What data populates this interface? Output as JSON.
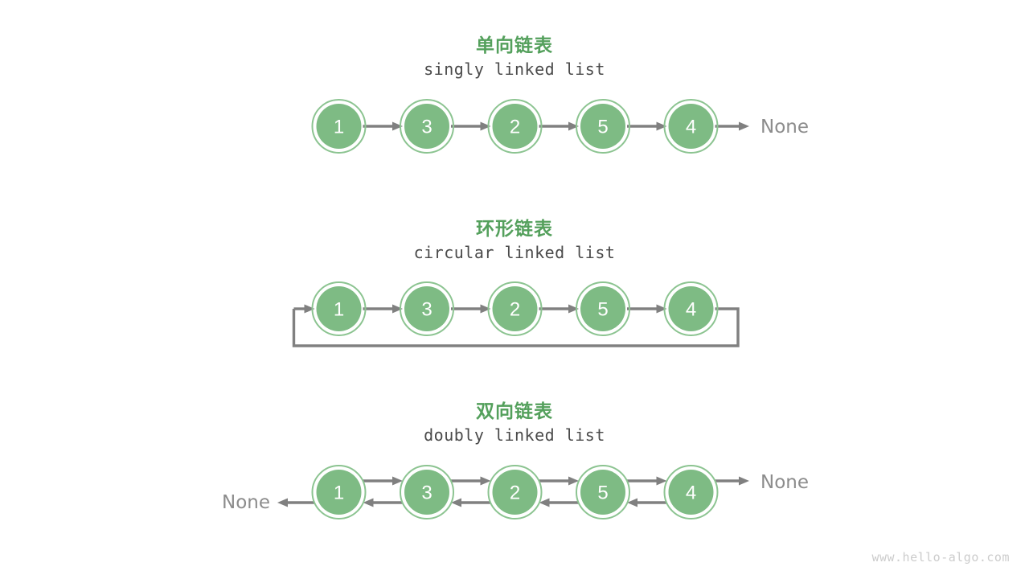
{
  "page": {
    "background": "#ffffff",
    "watermark": "www.hello-algo.com"
  },
  "palette": {
    "node_fill": "#7ebb84",
    "node_ring": "#8cc491",
    "node_text": "#ffffff",
    "title_green": "#54a05c",
    "subtitle_gray": "#4a4a4a",
    "arrow_gray": "#808080",
    "none_gray": "#8c8c8c",
    "watermark_gray": "#cccccc"
  },
  "sections": [
    {
      "id": "singly",
      "title": "单向链表",
      "subtitle": "singly linked list",
      "nodes": [
        "1",
        "3",
        "2",
        "5",
        "4"
      ],
      "tail_label": "None",
      "head_label": "",
      "loop_back": false
    },
    {
      "id": "circular",
      "title": "环形链表",
      "subtitle": "circular linked list",
      "nodes": [
        "1",
        "3",
        "2",
        "5",
        "4"
      ],
      "tail_label": "",
      "head_label": "",
      "loop_back": true
    },
    {
      "id": "doubly",
      "title": "双向链表",
      "subtitle": "doubly linked list",
      "nodes": [
        "1",
        "3",
        "2",
        "5",
        "4"
      ],
      "tail_label": "None",
      "head_label": "None",
      "loop_back": false
    }
  ]
}
